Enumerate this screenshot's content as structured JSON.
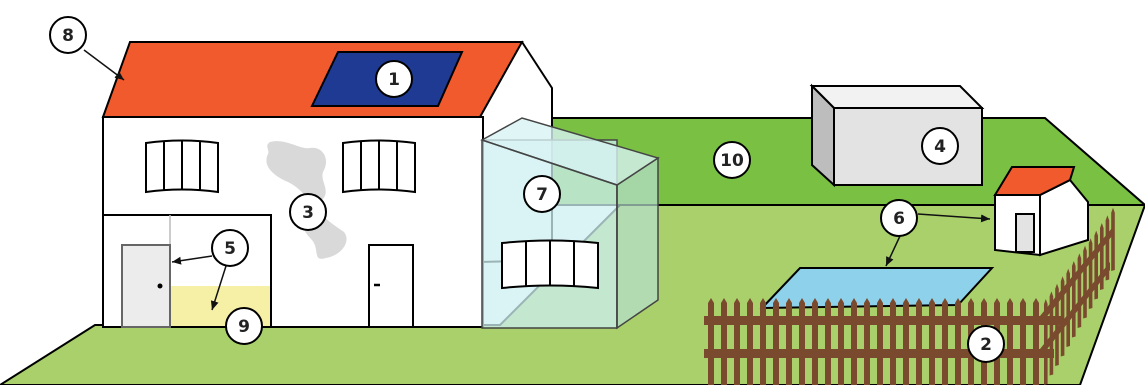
{
  "callouts": [
    {
      "id": "solar-panel",
      "label": "1"
    },
    {
      "id": "fence",
      "label": "2"
    },
    {
      "id": "wall-damage",
      "label": "3"
    },
    {
      "id": "outbuilding",
      "label": "4"
    },
    {
      "id": "door-and-floor",
      "label": "5"
    },
    {
      "id": "pool-and-shed",
      "label": "6"
    },
    {
      "id": "glass-conservatory",
      "label": "7"
    },
    {
      "id": "roof",
      "label": "8"
    },
    {
      "id": "basement-floor",
      "label": "9"
    },
    {
      "id": "back-lawn",
      "label": "10"
    }
  ],
  "colors": {
    "roof": "#f05a2c",
    "solar_panel": "#1f3a93",
    "lawn_front": "#a9d06b",
    "lawn_back": "#79c043",
    "pool": "#8dd2ea",
    "fence": "#7a4a2e",
    "glass": "#cdeff0",
    "garage": "#e3e3e3",
    "floor_highlight": "#f6f0a6",
    "wall_damage": "#d9d9d9"
  }
}
